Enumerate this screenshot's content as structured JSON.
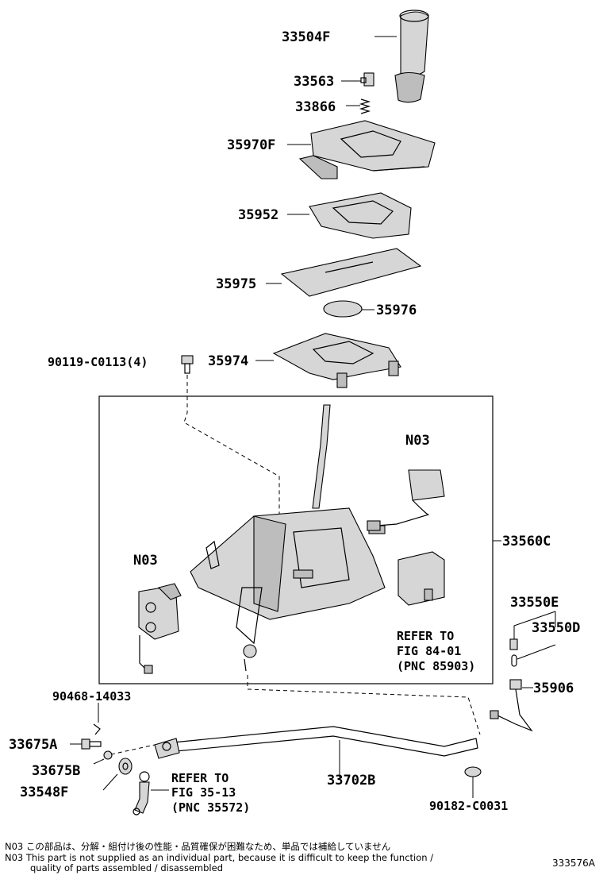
{
  "parts": {
    "p33504F": "33504F",
    "p33563": "33563",
    "p33866": "33866",
    "p35970F": "35970F",
    "p35952": "35952",
    "p35975": "35975",
    "p35976": "35976",
    "p90119": "90119-C0113(4)",
    "p35974": "35974",
    "pN03a": "N03",
    "p33560C": "33560C",
    "pN03b": "N03",
    "p33550E": "33550E",
    "p33550D": "33550D",
    "p35906": "35906",
    "p90468": "90468-14033",
    "p33675A": "33675A",
    "p33675B": "33675B",
    "p33548F": "33548F",
    "p33702B": "33702B",
    "p90182": "90182-C0031"
  },
  "references": {
    "ref1_line1": "REFER TO",
    "ref1_line2": "FIG 84-01",
    "ref1_line3": "(PNC 85903)",
    "ref2_line1": "REFER TO",
    "ref2_line2": "FIG 35-13",
    "ref2_line3": "(PNC 35572)"
  },
  "notes": {
    "jp": "N03 この部品は、分解・組付け後の性能・品質確保が困難なため、単品では補給していません",
    "en1": "N03 This part is not supplied as an individual part, because it is difficult to keep the function /",
    "en2": "quality of parts  assembled / disassembled"
  },
  "figure_id": "333576A"
}
